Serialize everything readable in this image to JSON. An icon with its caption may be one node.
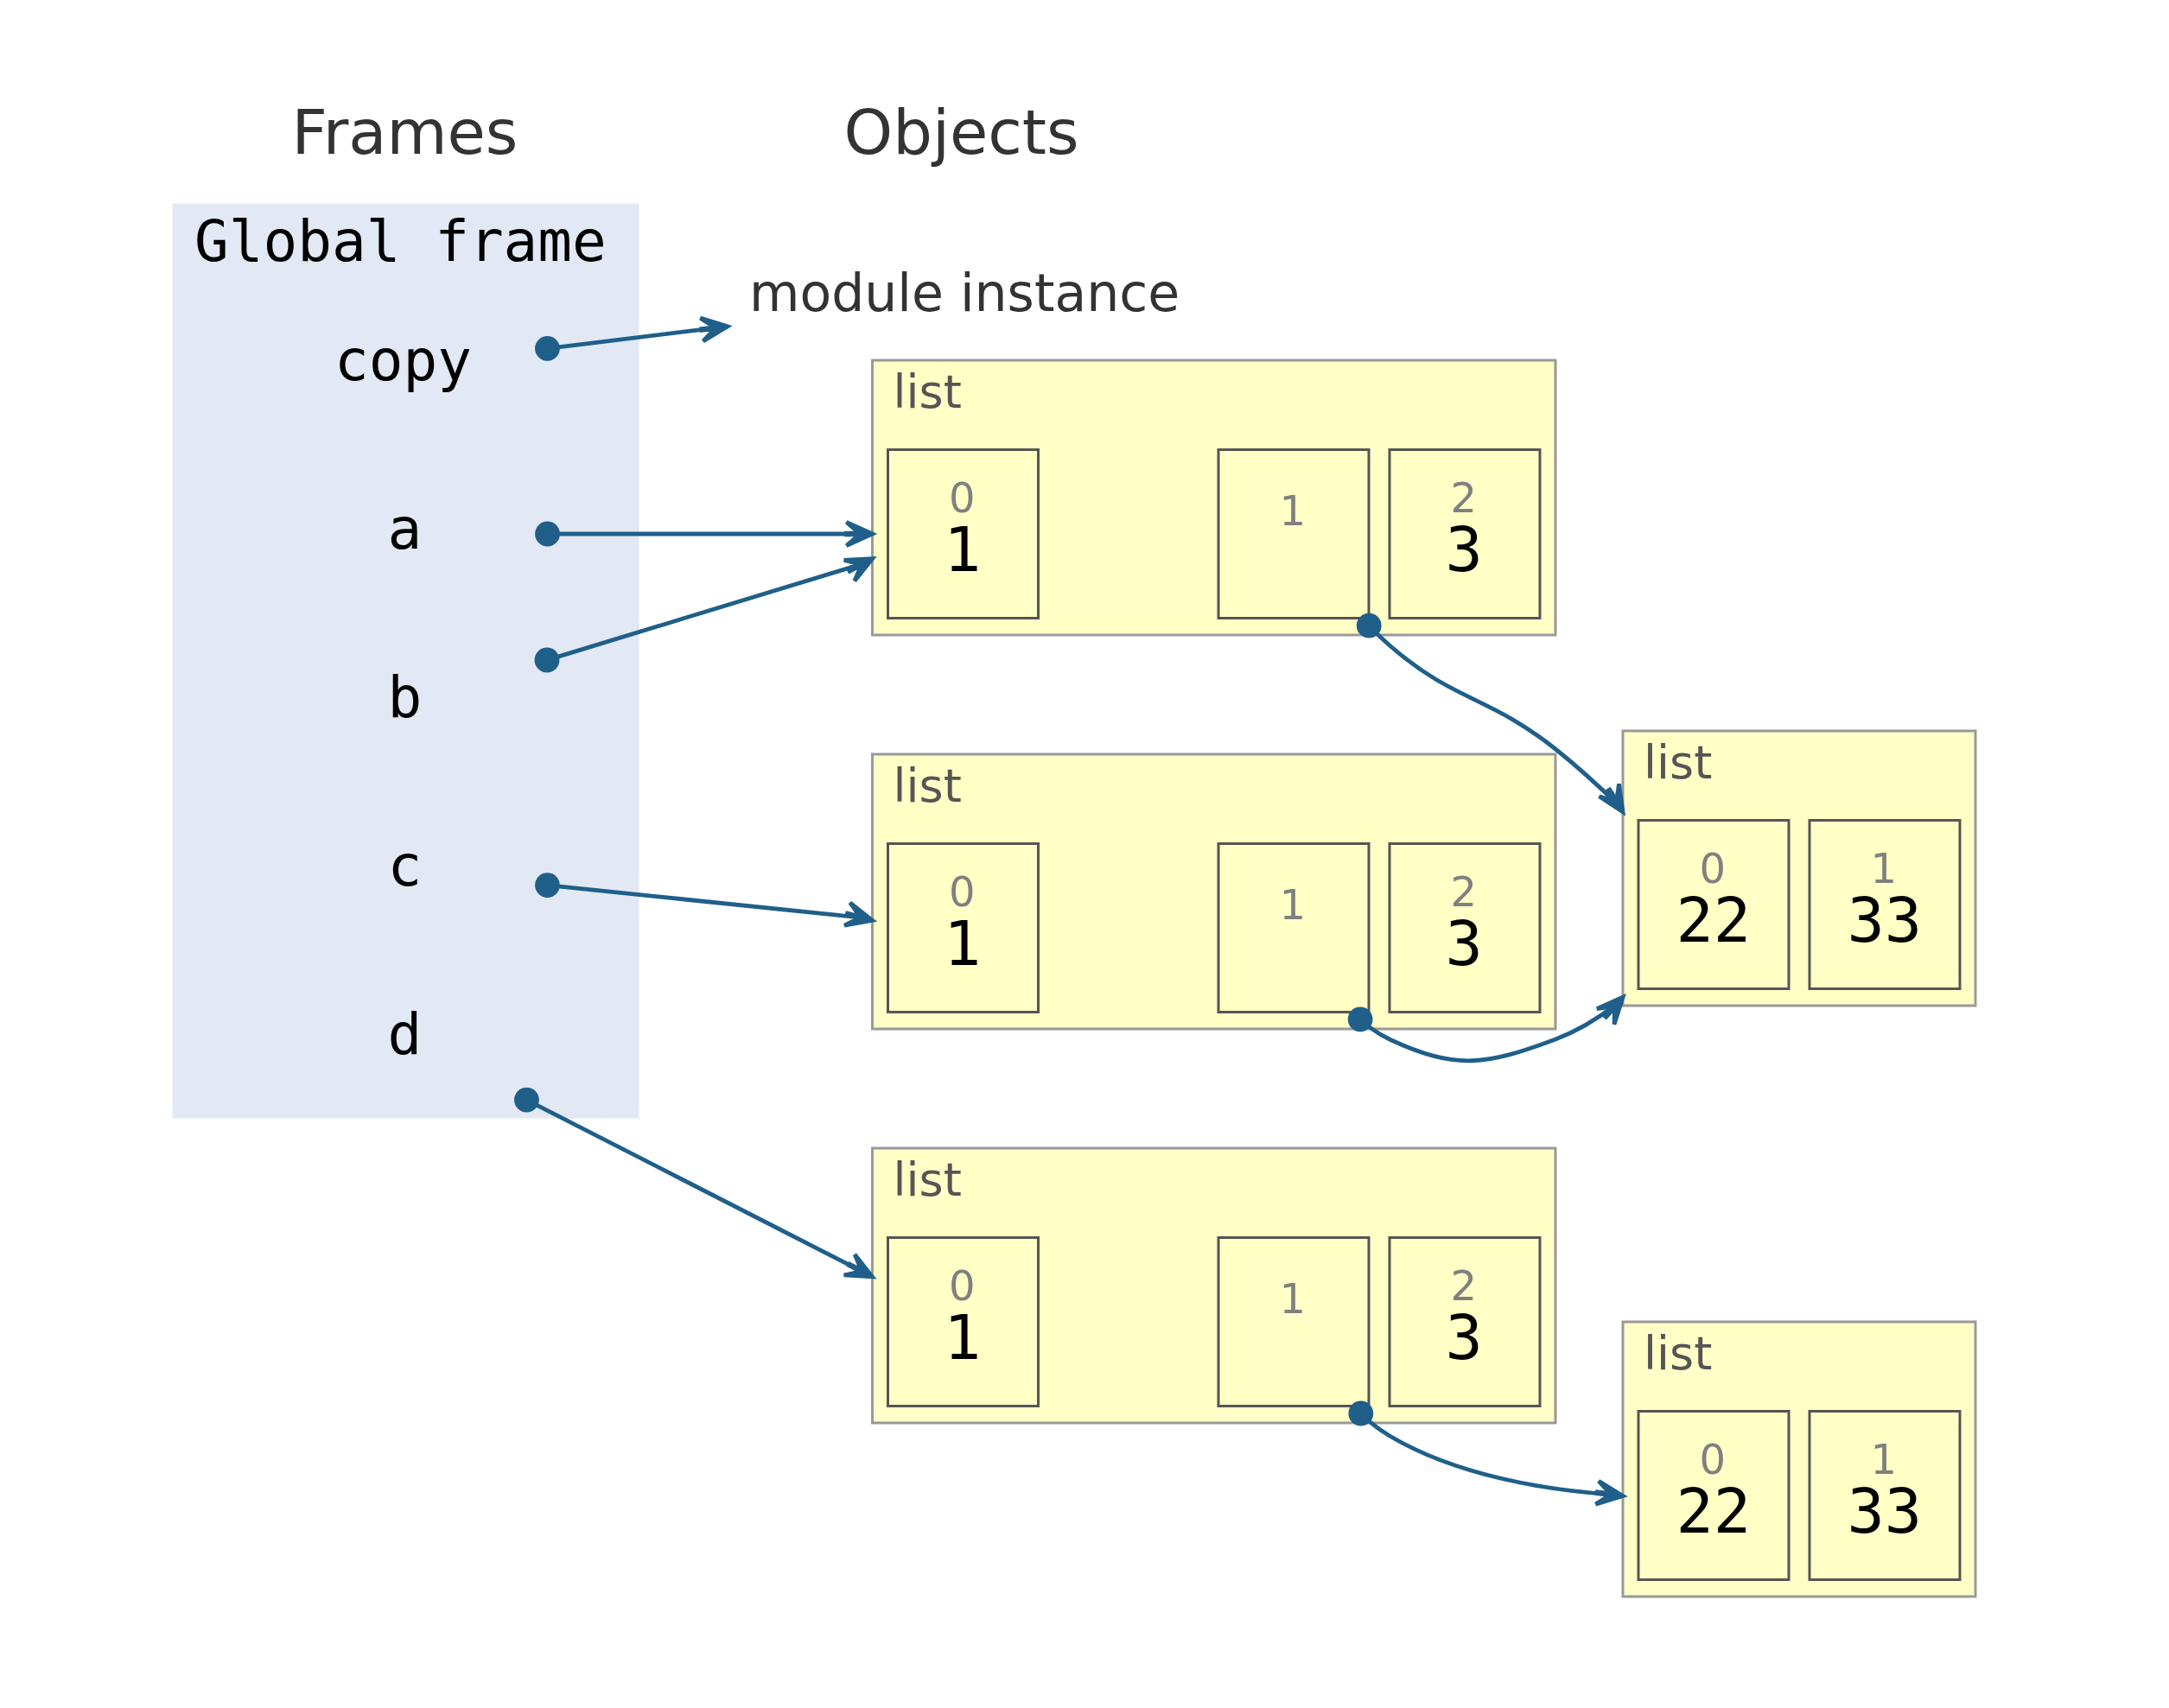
{
  "diagram": {
    "nodes": [
      {
        "text": [
          "Global frame"
        ]
      },
      {
        "text": [
          "copy"
        ],
        "in": 0
      },
      {
        "text": [
          "a"
        ],
        "in": 0
      },
      {
        "text": [
          "b"
        ],
        "in": 0
      },
      {
        "text": [
          "c"
        ],
        "in": 0
      },
      {
        "text": [
          "d"
        ],
        "in": 0
      },
      {
        "text": [
          "module instance"
        ]
      },
      {
        "text": [
          "list"
        ]
      },
      {
        "text": [
          "0",
          "1"
        ],
        "in": 7
      },
      {
        "text": [
          "1"
        ],
        "in": 7
      },
      {
        "text": [
          "2",
          "3"
        ],
        "in": 7
      },
      {
        "text": [
          "list"
        ]
      },
      {
        "text": [
          "0",
          "22"
        ],
        "in": 11
      },
      {
        "text": [
          "1",
          "33"
        ],
        "in": 11
      },
      {
        "text": [
          "list"
        ]
      },
      {
        "text": [
          "0",
          "1"
        ],
        "in": 14
      },
      {
        "text": [
          "1"
        ],
        "in": 14
      },
      {
        "text": [
          "2",
          "3"
        ],
        "in": 14
      },
      {
        "text": [
          "list"
        ]
      },
      {
        "text": [
          "0",
          "1"
        ],
        "in": 18
      },
      {
        "text": [
          "1"
        ],
        "in": 18
      },
      {
        "text": [
          "2",
          "3"
        ],
        "in": 18
      },
      {
        "text": [
          "list"
        ]
      },
      {
        "text": [
          "0",
          "22"
        ],
        "in": 22
      },
      {
        "text": [
          "1",
          "33"
        ],
        "in": 22
      }
    ],
    "edges": [
      {
        "from": 1,
        "to": 6,
        "arrow": "to"
      },
      {
        "from": 2,
        "to": 7,
        "arrow": "to"
      },
      {
        "from": 3,
        "to": 7,
        "arrow": "to"
      },
      {
        "from": 9,
        "to": 11,
        "arrow": "to"
      },
      {
        "from": 4,
        "to": 14,
        "arrow": "to"
      },
      {
        "from": 16,
        "to": 11,
        "arrow": "to"
      },
      {
        "from": 5,
        "to": 18,
        "arrow": "to"
      },
      {
        "from": 20,
        "to": 22,
        "arrow": "to"
      }
    ],
    "labels": [
      "Frames",
      "Objects"
    ]
  }
}
